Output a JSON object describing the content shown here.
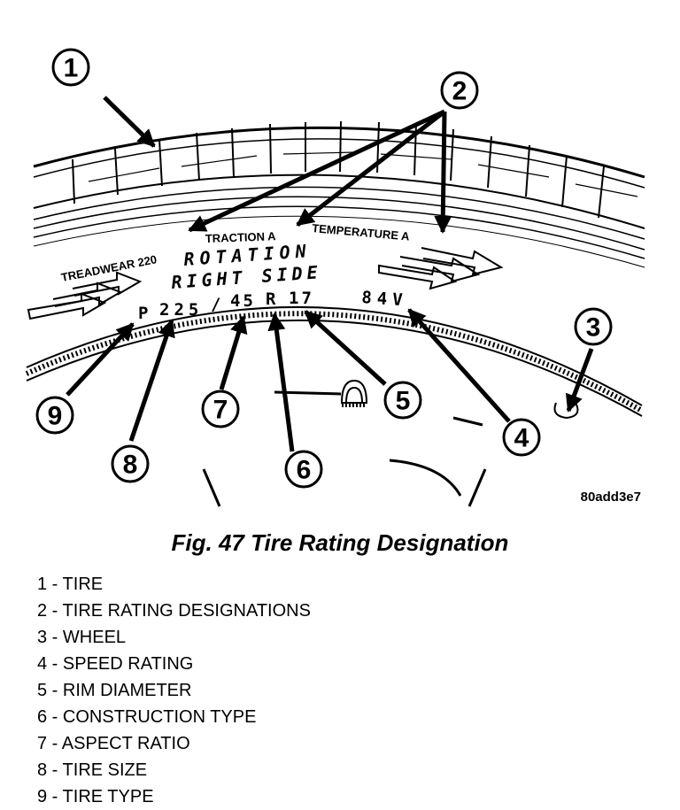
{
  "figure": {
    "image_code": "80add3e7",
    "tire_markings": {
      "treadwear": "TREADWEAR 220",
      "traction": "TRACTION A",
      "temperature": "TEMPERATURE A",
      "rotation": "ROTATION",
      "side": "RIGHT SIDE",
      "size_type": "P",
      "size_width": "225",
      "size_slash": "/",
      "size_aspect": "45",
      "size_construction": "R",
      "size_rim": "17",
      "service": "84V"
    },
    "callouts": [
      "1",
      "2",
      "3",
      "4",
      "5",
      "6",
      "7",
      "8",
      "9"
    ]
  },
  "caption": "Fig. 47 Tire Rating Designation",
  "legend": [
    {
      "num": "1",
      "label": "TIRE"
    },
    {
      "num": "2",
      "label": "TIRE RATING DESIGNATIONS"
    },
    {
      "num": "3",
      "label": "WHEEL"
    },
    {
      "num": "4",
      "label": "SPEED RATING"
    },
    {
      "num": "5",
      "label": "RIM DIAMETER"
    },
    {
      "num": "6",
      "label": "CONSTRUCTION TYPE"
    },
    {
      "num": "7",
      "label": "ASPECT RATIO"
    },
    {
      "num": "8",
      "label": "TIRE SIZE"
    },
    {
      "num": "9",
      "label": "TIRE TYPE"
    }
  ]
}
